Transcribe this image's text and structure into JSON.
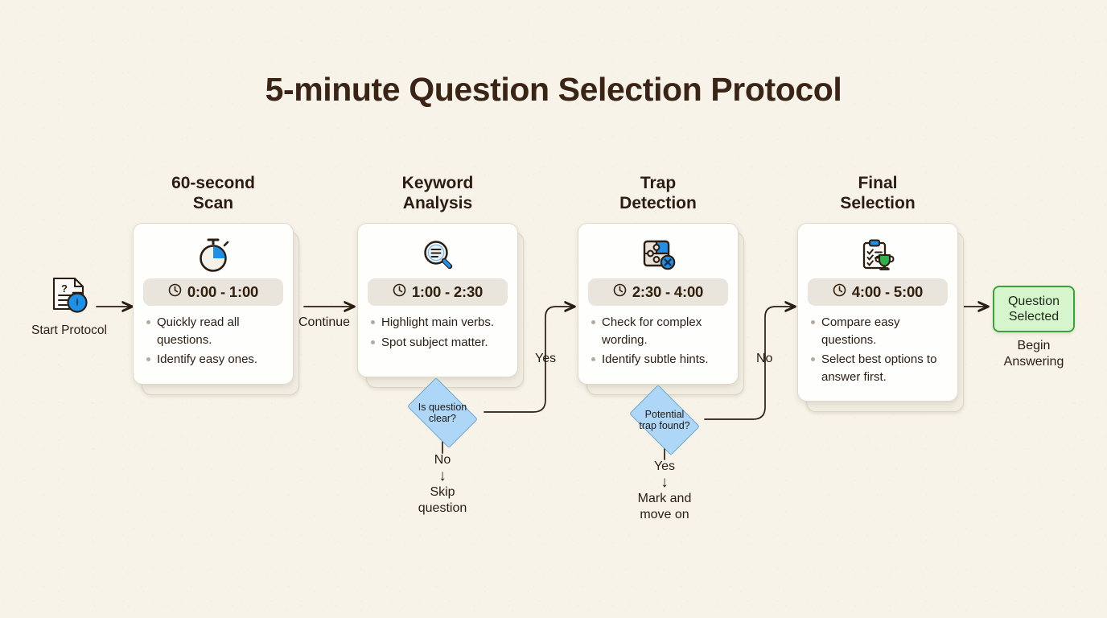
{
  "title": "5-minute Question Selection Protocol",
  "colors": {
    "background": "#f7f3e8",
    "title_text": "#3a2416",
    "card_bg": "#fefefd",
    "card_border": "#e0dacd",
    "badge_bg": "#e9e5dc",
    "diamond_fill": "#aed6f6",
    "diamond_border": "#4a90c4",
    "end_fill": "#d6f5cd",
    "end_border": "#3aa33a",
    "accent_blue": "#1e90e8",
    "accent_green": "#2fb24c",
    "line": "#2b1d12"
  },
  "start_node": {
    "icon": "document-question-stopwatch-icon",
    "label": "Start\nProtocol"
  },
  "stages": [
    {
      "title": "60-second\nScan",
      "icon": "stopwatch-icon",
      "clock_icon": "clock-icon",
      "time": "0:00 - 1:00",
      "bullets": [
        "Quickly read all questions.",
        "Identify easy ones."
      ],
      "decision": null
    },
    {
      "title": "Keyword\nAnalysis",
      "icon": "magnifier-text-icon",
      "clock_icon": "clock-icon",
      "time": "1:00 - 2:30",
      "bullets": [
        "Highlight main verbs.",
        "Spot subject matter."
      ],
      "decision": {
        "question": "Is question\nclear?",
        "branch_out": "Yes",
        "branch_down_label": "No",
        "branch_down_dest": "Skip\nquestion"
      }
    },
    {
      "title": "Trap\nDetection",
      "icon": "puzzle-x-icon",
      "clock_icon": "clock-icon",
      "time": "2:30 - 4:00",
      "bullets": [
        "Check for complex wording.",
        "Identify subtle hints."
      ],
      "decision": {
        "question": "Potential\ntrap found?",
        "branch_out": "No",
        "branch_down_label": "Yes",
        "branch_down_dest": "Mark and\nmove on"
      }
    },
    {
      "title": "Final\nSelection",
      "icon": "clipboard-trophy-icon",
      "clock_icon": "clock-icon",
      "time": "4:00 - 5:00",
      "bullets": [
        "Compare easy questions.",
        "Select best options to answer first."
      ],
      "decision": null
    }
  ],
  "connectors": {
    "start_to_stage1": "",
    "stage1_to_stage2": "Continue",
    "stage4_to_end": ""
  },
  "end_node": {
    "label": "Question\nSelected",
    "sub": "Begin\nAnswering"
  }
}
